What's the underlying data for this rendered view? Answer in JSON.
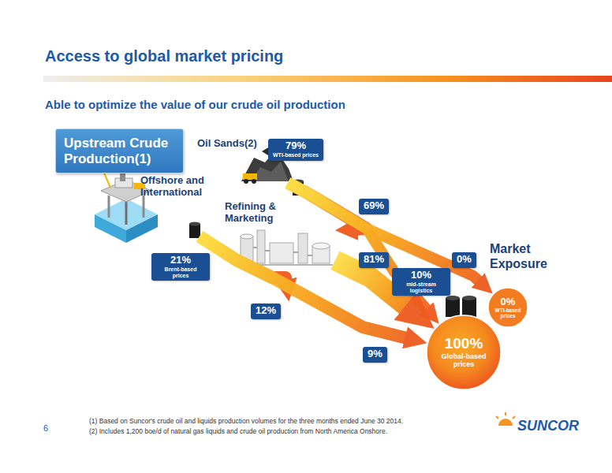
{
  "diagram": {
    "title": "Access to global market pricing",
    "nodes": [
      {
        "text": [
          "Upstream Crude Production(1)"
        ]
      },
      {
        "text": [
          "Offshore and International"
        ]
      },
      {
        "text": [
          "Oil Sands(2)"
        ]
      },
      {
        "text": [
          "Refining & Marketing"
        ]
      },
      {
        "text": [
          "0%",
          "WTI-based prices"
        ]
      },
      {
        "text": [
          "100%",
          "Global-based prices"
        ]
      }
    ],
    "edges": [
      {
        "from": 1,
        "to": 3,
        "label": "12%",
        "arrow": "to"
      },
      {
        "from": 1,
        "to": 5,
        "label": "9%",
        "arrow": "to"
      },
      {
        "from": 2,
        "to": 3,
        "label": "69%",
        "arrow": "to"
      },
      {
        "from": 2,
        "to": 5,
        "label": "10%",
        "arrow": "to"
      },
      {
        "from": 2,
        "to": 4,
        "label": "0%",
        "arrow": "to"
      },
      {
        "from": 3,
        "to": 5,
        "label": "81%",
        "arrow": "to"
      }
    ],
    "labels": [
      "Able to optimize the value of our crude oil production",
      "79%",
      "WTI-based prices",
      "21%",
      "Brent-based prices",
      "mid-stream logistics",
      "Market Exposure",
      "6",
      "(1) Based on Suncor's crude oil and liquids production volumes for the three months ended June 30 2014.",
      "(2) Includes 1,200 boe/d of natural gas liquids and crude oil production from North America Onshore.",
      "SUNCOR"
    ]
  }
}
